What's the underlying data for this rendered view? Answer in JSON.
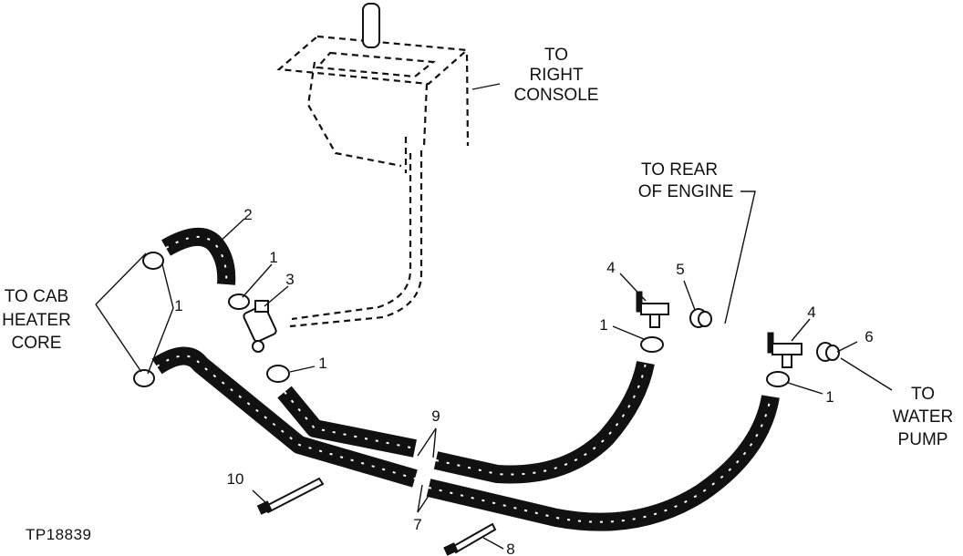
{
  "labels": {
    "to_right_console": [
      "TO",
      "RIGHT",
      "CONSOLE"
    ],
    "to_rear_of_engine": [
      "TO REAR",
      "OF ENGINE"
    ],
    "to_cab_heater_core": [
      "TO CAB",
      "HEATER",
      "CORE"
    ],
    "to_water_pump": [
      "TO",
      "WATER",
      "PUMP"
    ]
  },
  "callouts": {
    "c1_clamp_left": "1",
    "c1_clamp_top": "1",
    "c1_clamp_center": "1",
    "c1_clamp_right_a": "1",
    "c1_clamp_right_b": "1",
    "c2_hose": "2",
    "c3_valve": "3",
    "c4_tee_a": "4",
    "c4_tee_b": "4",
    "c5_fitting": "5",
    "c6_fitting": "6",
    "c7_hose": "7",
    "c8_strap": "8",
    "c9_hose": "9",
    "c10_strap": "10"
  },
  "reference": "TP18839"
}
